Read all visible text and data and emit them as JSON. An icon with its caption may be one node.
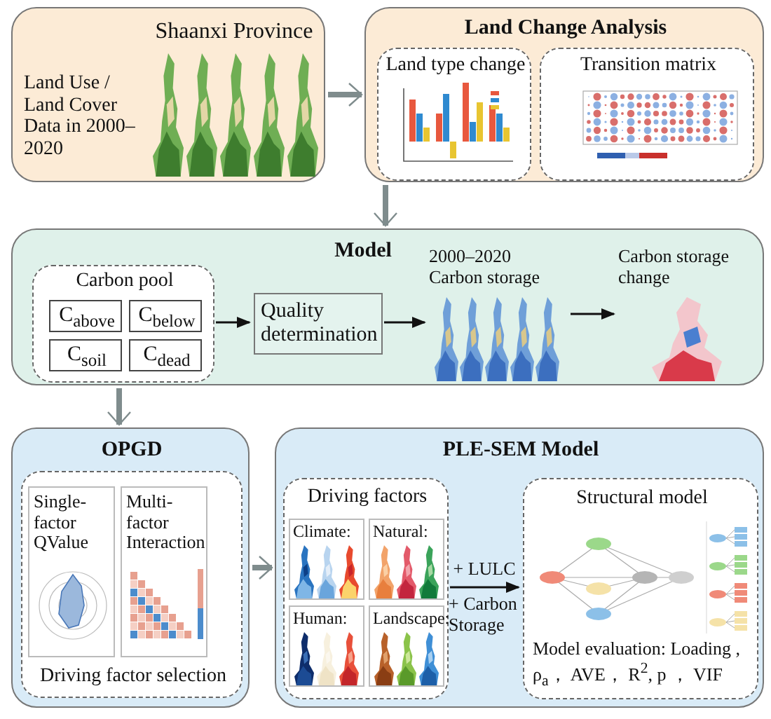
{
  "diagram": {
    "nodes": [
      {
        "text": [
          "Shaanxi Province",
          "Land Use / Land Cover Data in 2000–2020"
        ]
      },
      {
        "text": [
          "Land Change Analysis"
        ]
      },
      {
        "text": [
          "Land type change"
        ],
        "in": 1
      },
      {
        "text": [
          "Transition matrix"
        ],
        "in": 1
      },
      {
        "text": [
          "Model"
        ]
      },
      {
        "text": [
          "Carbon pool"
        ],
        "in": 4
      },
      {
        "text": [
          "C$_{above}$"
        ],
        "in": 5
      },
      {
        "text": [
          "C$_{below}$"
        ],
        "in": 5
      },
      {
        "text": [
          "C$_{soil}$"
        ],
        "in": 5
      },
      {
        "text": [
          "C$_{dead}$"
        ],
        "in": 5
      },
      {
        "text": [
          "Quality determination"
        ],
        "in": 4
      },
      {
        "text": [
          "2000–2020 Carbon storage"
        ],
        "in": 4
      },
      {
        "text": [
          "Carbon storage change"
        ],
        "in": 4
      },
      {
        "text": [
          "OPGD"
        ]
      },
      {
        "text": [
          "Driving factor selection"
        ],
        "in": 13
      },
      {
        "text": [
          "Single-factor QValue"
        ],
        "in": 14
      },
      {
        "text": [
          "Multi-factor Interaction"
        ],
        "in": 14
      },
      {
        "text": [
          "PLE-SEM Model"
        ]
      },
      {
        "text": [
          "Driving factors"
        ],
        "in": 17
      },
      {
        "text": [
          "Climate:"
        ],
        "in": 18
      },
      {
        "text": [
          "Natural:"
        ],
        "in": 18
      },
      {
        "text": [
          "Human:"
        ],
        "in": 18
      },
      {
        "text": [
          "Landscape:"
        ],
        "in": 18
      },
      {
        "text": [
          "Structural model",
          "Model evaluation: Loading , ρ$_{a}$， AVE， R$^{2}$, p ， VIF"
        ],
        "in": 17
      }
    ],
    "edges": [
      {
        "from": 0,
        "to": 1,
        "arrow": "to",
        "style": "thick",
        "color": "#7f8c8d"
      },
      {
        "from": 1,
        "to": 4,
        "arrow": "to",
        "style": "thick",
        "color": "#7f8c8d"
      },
      {
        "from": 5,
        "to": 10,
        "arrow": "to",
        "color": "#111111"
      },
      {
        "from": 10,
        "to": 11,
        "arrow": "to",
        "color": "#111111"
      },
      {
        "from": 11,
        "to": 12,
        "arrow": "to",
        "color": "#111111"
      },
      {
        "from": 4,
        "to": 13,
        "arrow": "to",
        "style": "thick",
        "color": "#7f8c8d"
      },
      {
        "from": 13,
        "to": 17,
        "arrow": "to",
        "style": "thick",
        "color": "#7f8c8d"
      },
      {
        "from": 18,
        "to": 23,
        "arrow": "to",
        "label": "+ LULC",
        "color": "#111111"
      }
    ],
    "labels": [
      "+ Carbon Storage"
    ]
  }
}
